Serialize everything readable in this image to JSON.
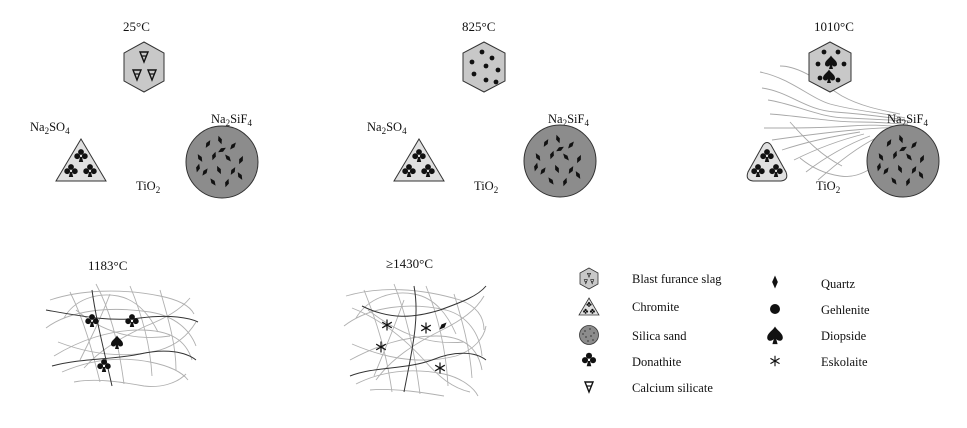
{
  "panels": [
    {
      "id": "p25",
      "temperature": "25°C",
      "labels": {
        "na2so4": {
          "base": "Na",
          "sub1": "2",
          "mid": "SO",
          "sub2": "4"
        },
        "na2sif4": {
          "base": "Na",
          "sub1": "2",
          "mid": "SiF",
          "sub2": "4"
        },
        "tio2": {
          "base": "TiO",
          "sub": "2"
        }
      }
    },
    {
      "id": "p825",
      "temperature": "825°C",
      "labels": {
        "na2so4": {
          "base": "Na",
          "sub1": "2",
          "mid": "SO",
          "sub2": "4"
        },
        "na2sif4": {
          "base": "Na",
          "sub1": "2",
          "mid": "SiF",
          "sub2": "4"
        },
        "tio2": {
          "base": "TiO",
          "sub": "2"
        }
      }
    },
    {
      "id": "p1010",
      "temperature": "1010°C",
      "labels": {
        "na2sif4": {
          "base": "Na",
          "sub1": "2",
          "mid": "SiF",
          "sub2": "4"
        },
        "tio2": {
          "base": "TiO",
          "sub": "2"
        }
      }
    },
    {
      "id": "p1183",
      "temperature": "1183°C"
    },
    {
      "id": "p1430",
      "temperature": "≥1430°C"
    }
  ],
  "legend": {
    "left": [
      {
        "icon": "hexagon-slag-icon",
        "label": "Blast furance slag"
      },
      {
        "icon": "triangle-chromite-icon",
        "label": "Chromite"
      },
      {
        "icon": "circle-silica-icon",
        "label": "Silica sand"
      },
      {
        "icon": "club-icon",
        "label": "Donathite"
      },
      {
        "icon": "inverted-a-icon",
        "label": "Calcium silicate"
      }
    ],
    "right": [
      {
        "icon": "diamond-icon",
        "label": "Quartz"
      },
      {
        "icon": "dot-icon",
        "label": "Gehlenite"
      },
      {
        "icon": "spade-icon",
        "label": "Diopside"
      },
      {
        "icon": "asterisk-icon",
        "label": "Eskolaite"
      }
    ]
  },
  "colors": {
    "slag_fill": "#c8c8c8",
    "chromite_fill": "#e0e0e0",
    "silica_fill": "#8c8c8c",
    "fiber_light": "#b0b0b0",
    "fiber_dark": "#333333"
  }
}
